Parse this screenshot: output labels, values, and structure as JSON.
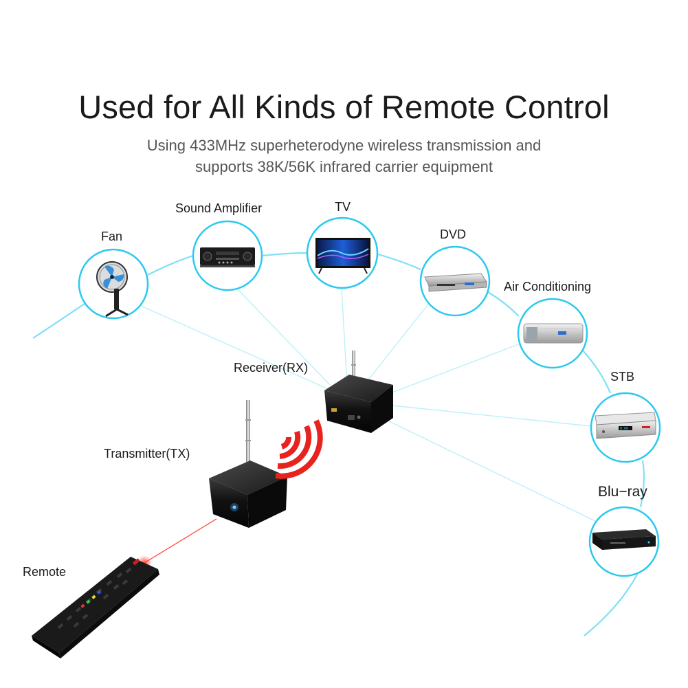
{
  "header": {
    "title": "Used for All Kinds of Remote Control",
    "subtitle_line1": "Using 433MHz superheterodyne wireless transmission and",
    "subtitle_line2": "supports 38K/56K infrared carrier equipment"
  },
  "devices": {
    "fan": "Fan",
    "sound_amplifier": "Sound Amplifier",
    "tv": "TV",
    "dvd": "DVD",
    "air_conditioning": "Air Conditioning",
    "stb": "STB",
    "bluray": "Blu−ray"
  },
  "hardware": {
    "receiver": "Receiver(RX)",
    "transmitter": "Transmitter(TX)",
    "remote": "Remote"
  },
  "colors": {
    "accent": "#29c9ef",
    "signal": "#e8221f",
    "device": "#121212"
  }
}
